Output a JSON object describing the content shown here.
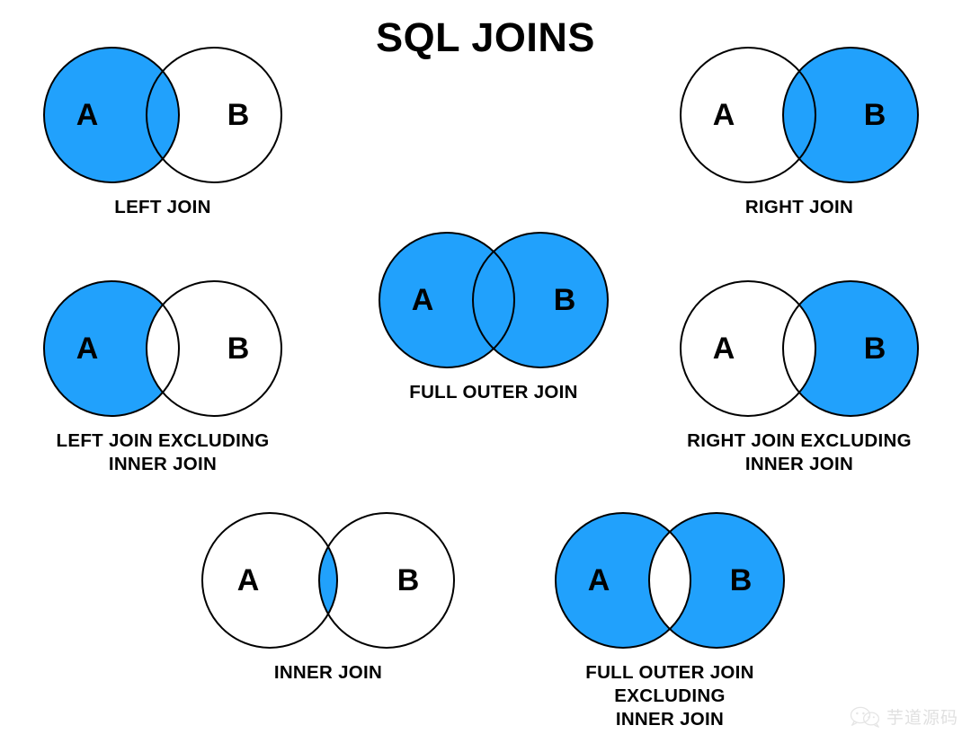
{
  "page": {
    "title": "SQL JOINS",
    "background_color": "#ffffff",
    "fill_color": "#21a1fc",
    "stroke_color": "#000000",
    "text_color": "#000000"
  },
  "labels": {
    "set_a": "A",
    "set_b": "B"
  },
  "diagrams": [
    {
      "id": "left-join",
      "caption": "LEFT JOIN",
      "shaded": "A (including intersection)",
      "fill_a": true,
      "fill_b": false,
      "fill_intersection": true
    },
    {
      "id": "right-join",
      "caption": "RIGHT JOIN",
      "shaded": "B (including intersection)",
      "fill_a": false,
      "fill_b": true,
      "fill_intersection": true
    },
    {
      "id": "left-join-excluding-inner-join",
      "caption": "LEFT JOIN EXCLUDING\nINNER JOIN",
      "shaded": "A only (intersection excluded)",
      "fill_a": true,
      "fill_b": false,
      "fill_intersection": false
    },
    {
      "id": "full-outer-join",
      "caption": "FULL OUTER JOIN",
      "shaded": "A and B (including intersection)",
      "fill_a": true,
      "fill_b": true,
      "fill_intersection": true
    },
    {
      "id": "right-join-excluding-inner-join",
      "caption": "RIGHT JOIN EXCLUDING\nINNER JOIN",
      "shaded": "B only (intersection excluded)",
      "fill_a": false,
      "fill_b": true,
      "fill_intersection": false
    },
    {
      "id": "inner-join",
      "caption": "INNER JOIN",
      "shaded": "intersection only",
      "fill_a": false,
      "fill_b": false,
      "fill_intersection": true
    },
    {
      "id": "full-outer-join-excluding-inner-join",
      "caption": "FULL OUTER JOIN EXCLUDING\nINNER JOIN",
      "shaded": "A and B excluding intersection",
      "fill_a": true,
      "fill_b": true,
      "fill_intersection": false
    }
  ],
  "watermark": {
    "text": "芋道源码",
    "icon": "wechat-bubbles-icon"
  }
}
